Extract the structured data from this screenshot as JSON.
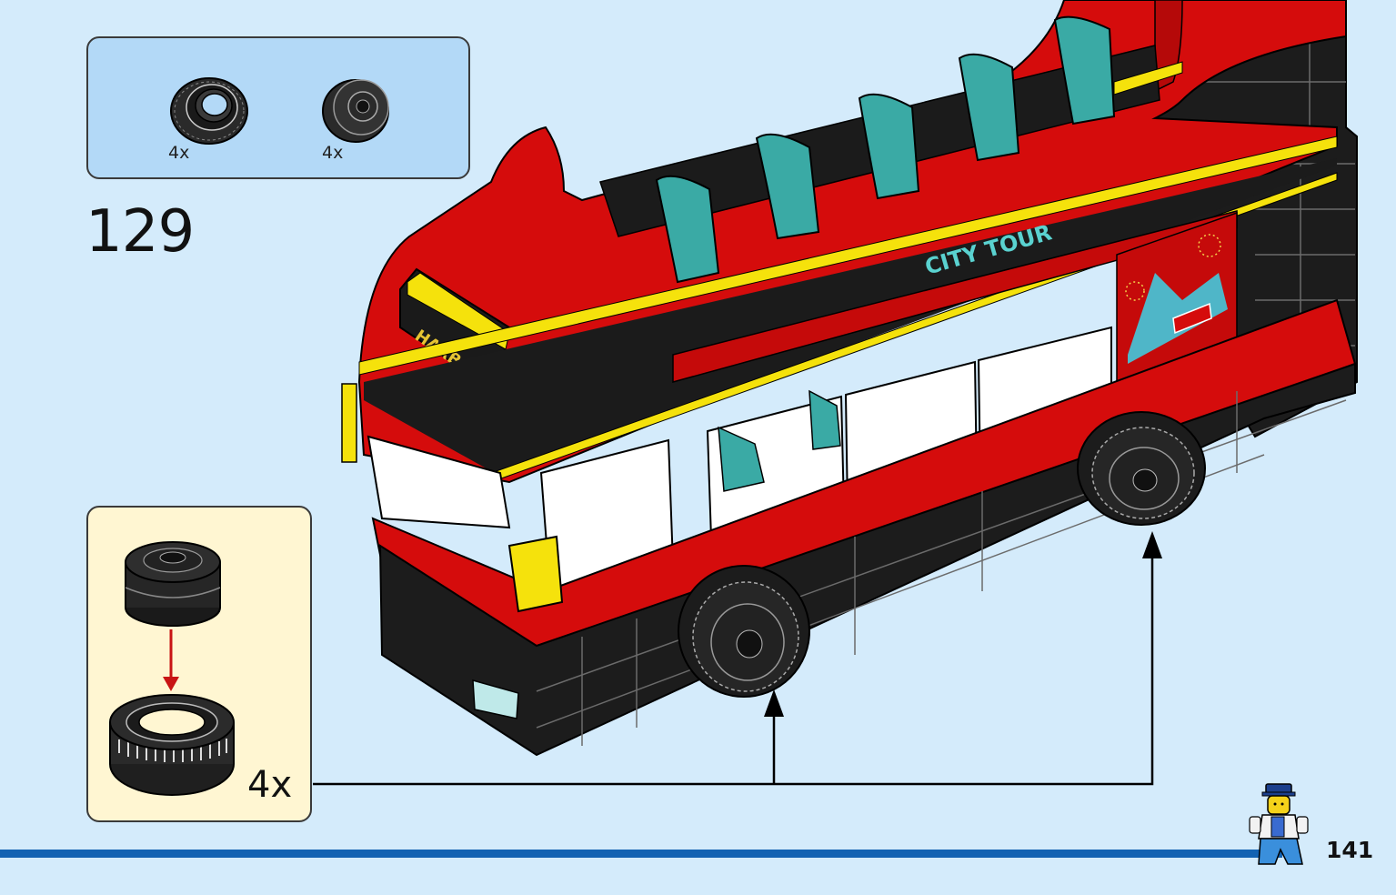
{
  "parts_list": {
    "items": [
      {
        "icon": "tire-icon",
        "quantity": "4x"
      },
      {
        "icon": "wheel-rim-icon",
        "quantity": "4x"
      }
    ]
  },
  "step": {
    "number": "129"
  },
  "sub_assembly": {
    "quantity": "4x"
  },
  "bus": {
    "destination_sign": "HARBOR",
    "side_logo": "CITY TOUR"
  },
  "footer": {
    "page_number": "141"
  },
  "colors": {
    "background": "#d4ebfb",
    "parts_box": "#b3d9f7",
    "sub_box": "#fff6d2",
    "bus_red": "#d50c0c",
    "seat_teal": "#3aaaa5",
    "bar_blue": "#1262b2"
  }
}
